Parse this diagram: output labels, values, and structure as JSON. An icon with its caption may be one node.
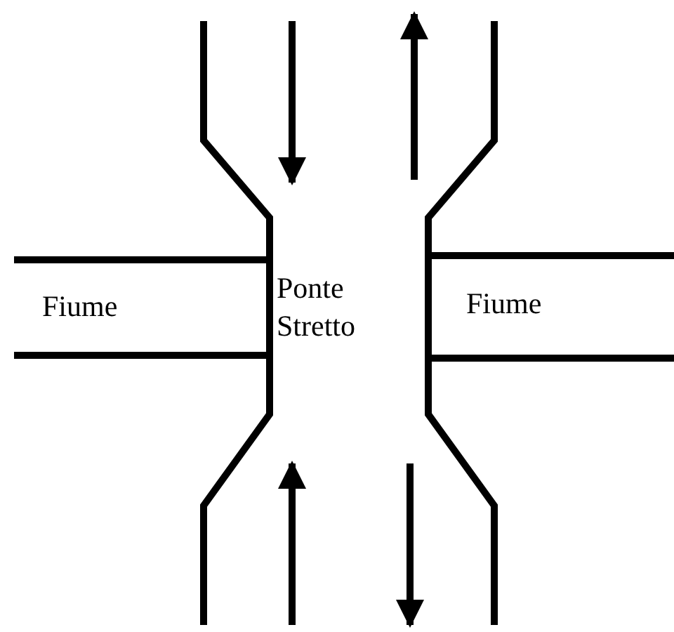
{
  "diagram": {
    "labels": [
      "Fiume",
      "Ponte Stretto",
      "Fiume"
    ]
  }
}
